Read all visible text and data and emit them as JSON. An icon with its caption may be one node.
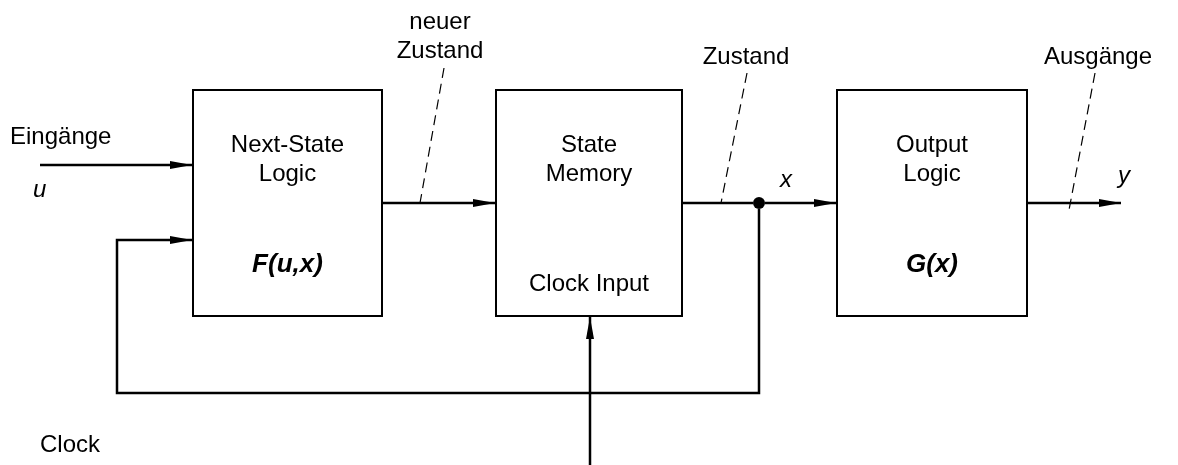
{
  "diagram": {
    "nodes": [
      {
        "text": [
          "Next-State Logic",
          "F(u,x)"
        ]
      },
      {
        "text": [
          "State Memory",
          "Clock Input"
        ]
      },
      {
        "text": [
          "Output Logic",
          "G(x)"
        ]
      },
      {
        "text": [],
        "shape": "circle"
      },
      {
        "text": [
          "neuer Zustand"
        ]
      },
      {
        "text": [
          "Zustand"
        ]
      },
      {
        "text": [
          "Ausgänge"
        ]
      }
    ],
    "edges": [
      {
        "from": null,
        "to": 0,
        "arrow": "to"
      },
      {
        "from": 0,
        "to": 1,
        "arrow": "to"
      },
      {
        "from": 1,
        "to": 3,
        "arrow": "none"
      },
      {
        "from": 3,
        "to": 2,
        "arrow": "to",
        "label": "x"
      },
      {
        "from": 3,
        "to": 0,
        "arrow": "to"
      },
      {
        "from": 2,
        "to": null,
        "arrow": "to",
        "label": "y"
      },
      {
        "from": null,
        "to": 1,
        "arrow": "to"
      },
      {
        "from": 4,
        "to": null,
        "arrow": "none",
        "style": "dashed"
      },
      {
        "from": 5,
        "to": null,
        "arrow": "none",
        "style": "dashed"
      },
      {
        "from": 6,
        "to": null,
        "arrow": "none",
        "style": "dashed"
      }
    ],
    "labels": [
      "Eingänge",
      "u",
      "Clock"
    ]
  }
}
